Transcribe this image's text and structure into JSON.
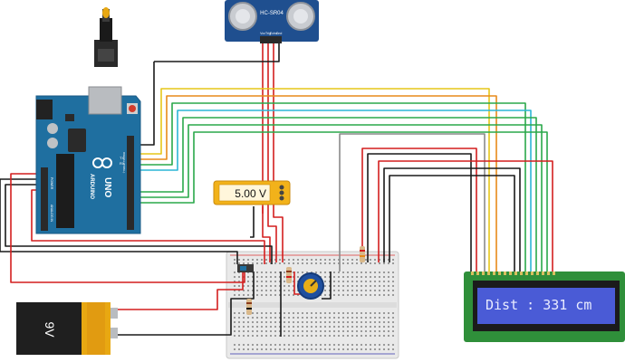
{
  "sensor": {
    "model": "HC-SR04",
    "pins": [
      "Vcc",
      "Trig",
      "Echo",
      "Gnd"
    ]
  },
  "arduino": {
    "brand": "ARDUINO",
    "model": "UNO",
    "tx_label": "TX",
    "rx_label": "RX",
    "power_label": "POWER",
    "analog_label": "ANALOG IN",
    "digital_label": "DIGITAL (PWM~)"
  },
  "multimeter": {
    "reading": "5.00 V"
  },
  "battery": {
    "label": "9V"
  },
  "lcd": {
    "text": "Dist : 331 cm"
  },
  "colors": {
    "wire_red": "#d41f1f",
    "wire_black": "#1a1a1a",
    "wire_yellow": "#e6c619",
    "wire_orange": "#e88a1a",
    "wire_green": "#2aa84a",
    "wire_cyan": "#2cb5d6",
    "wire_gray": "#8a8a8a",
    "arduino_blue": "#1f6fa0",
    "lcd_bg": "#4a5bd6",
    "lcd_frame": "#2f8f3a",
    "meter_orange": "#f2b21a"
  }
}
